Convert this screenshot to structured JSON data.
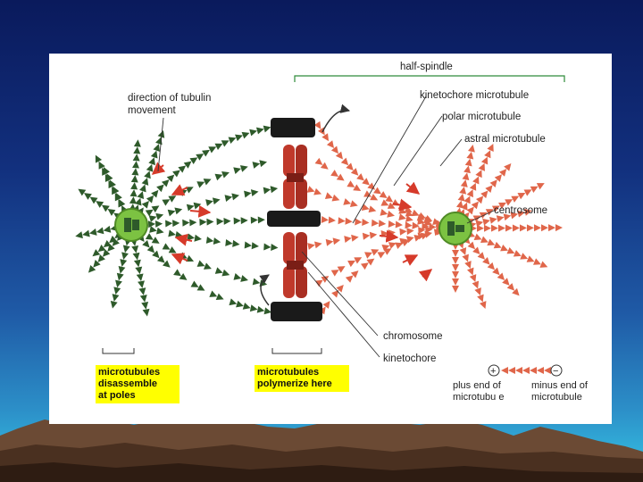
{
  "labels": {
    "half_spindle": "half-spindle",
    "kinetochore_microtubule": "kinetochore microtubule",
    "polar_microtubule": "polar microtubule",
    "astral_microtubule": "astral microtubule",
    "centrosome": "centrosome",
    "chromosome": "chromosome",
    "kinetochore": "kinetochore",
    "tubulin_line1": "direction of tubulin",
    "tubulin_line2": "movement"
  },
  "notes": {
    "poles": "microtubules\ndisassemble\nat poles",
    "middle": "microtubules\npolymerize here"
  },
  "legend": {
    "plus_symbol": "+",
    "minus_symbol": "−",
    "plus_end": "plus end of\nmicrotubu e",
    "minus_end": "minus end of\nmicrotubule"
  },
  "colors": {
    "left_microtubule": "#2e5a2a",
    "right_microtubule": "#e0664a",
    "centrosome": "#7cc242",
    "chromosome": "#c0392b",
    "kinetochore_block": "#1a1a1a",
    "highlight": "#ffff00"
  }
}
